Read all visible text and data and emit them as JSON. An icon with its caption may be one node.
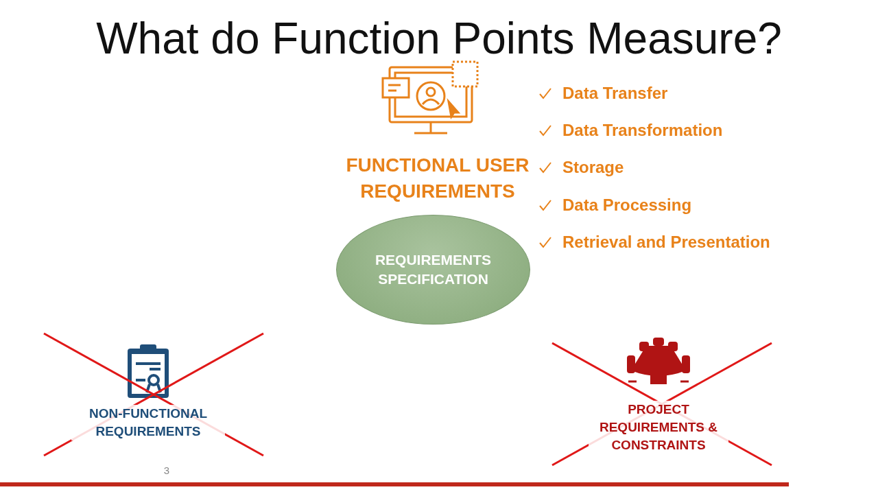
{
  "diagram": {
    "title": "What do Function Points Measure?",
    "nodes": [
      {
        "text": [
          "REQUIREMENTS SPECIFICATION"
        ]
      }
    ],
    "labels": [
      "FUNCTIONAL USER REQUIREMENTS",
      "Data Transfer",
      "Data Transformation",
      "Storage",
      "Data Processing",
      "Retrieval and Presentation",
      "NON-FUNCTIONAL REQUIREMENTS",
      "PROJECT REQUIREMENTS & CONSTRAINTS",
      "3"
    ]
  }
}
